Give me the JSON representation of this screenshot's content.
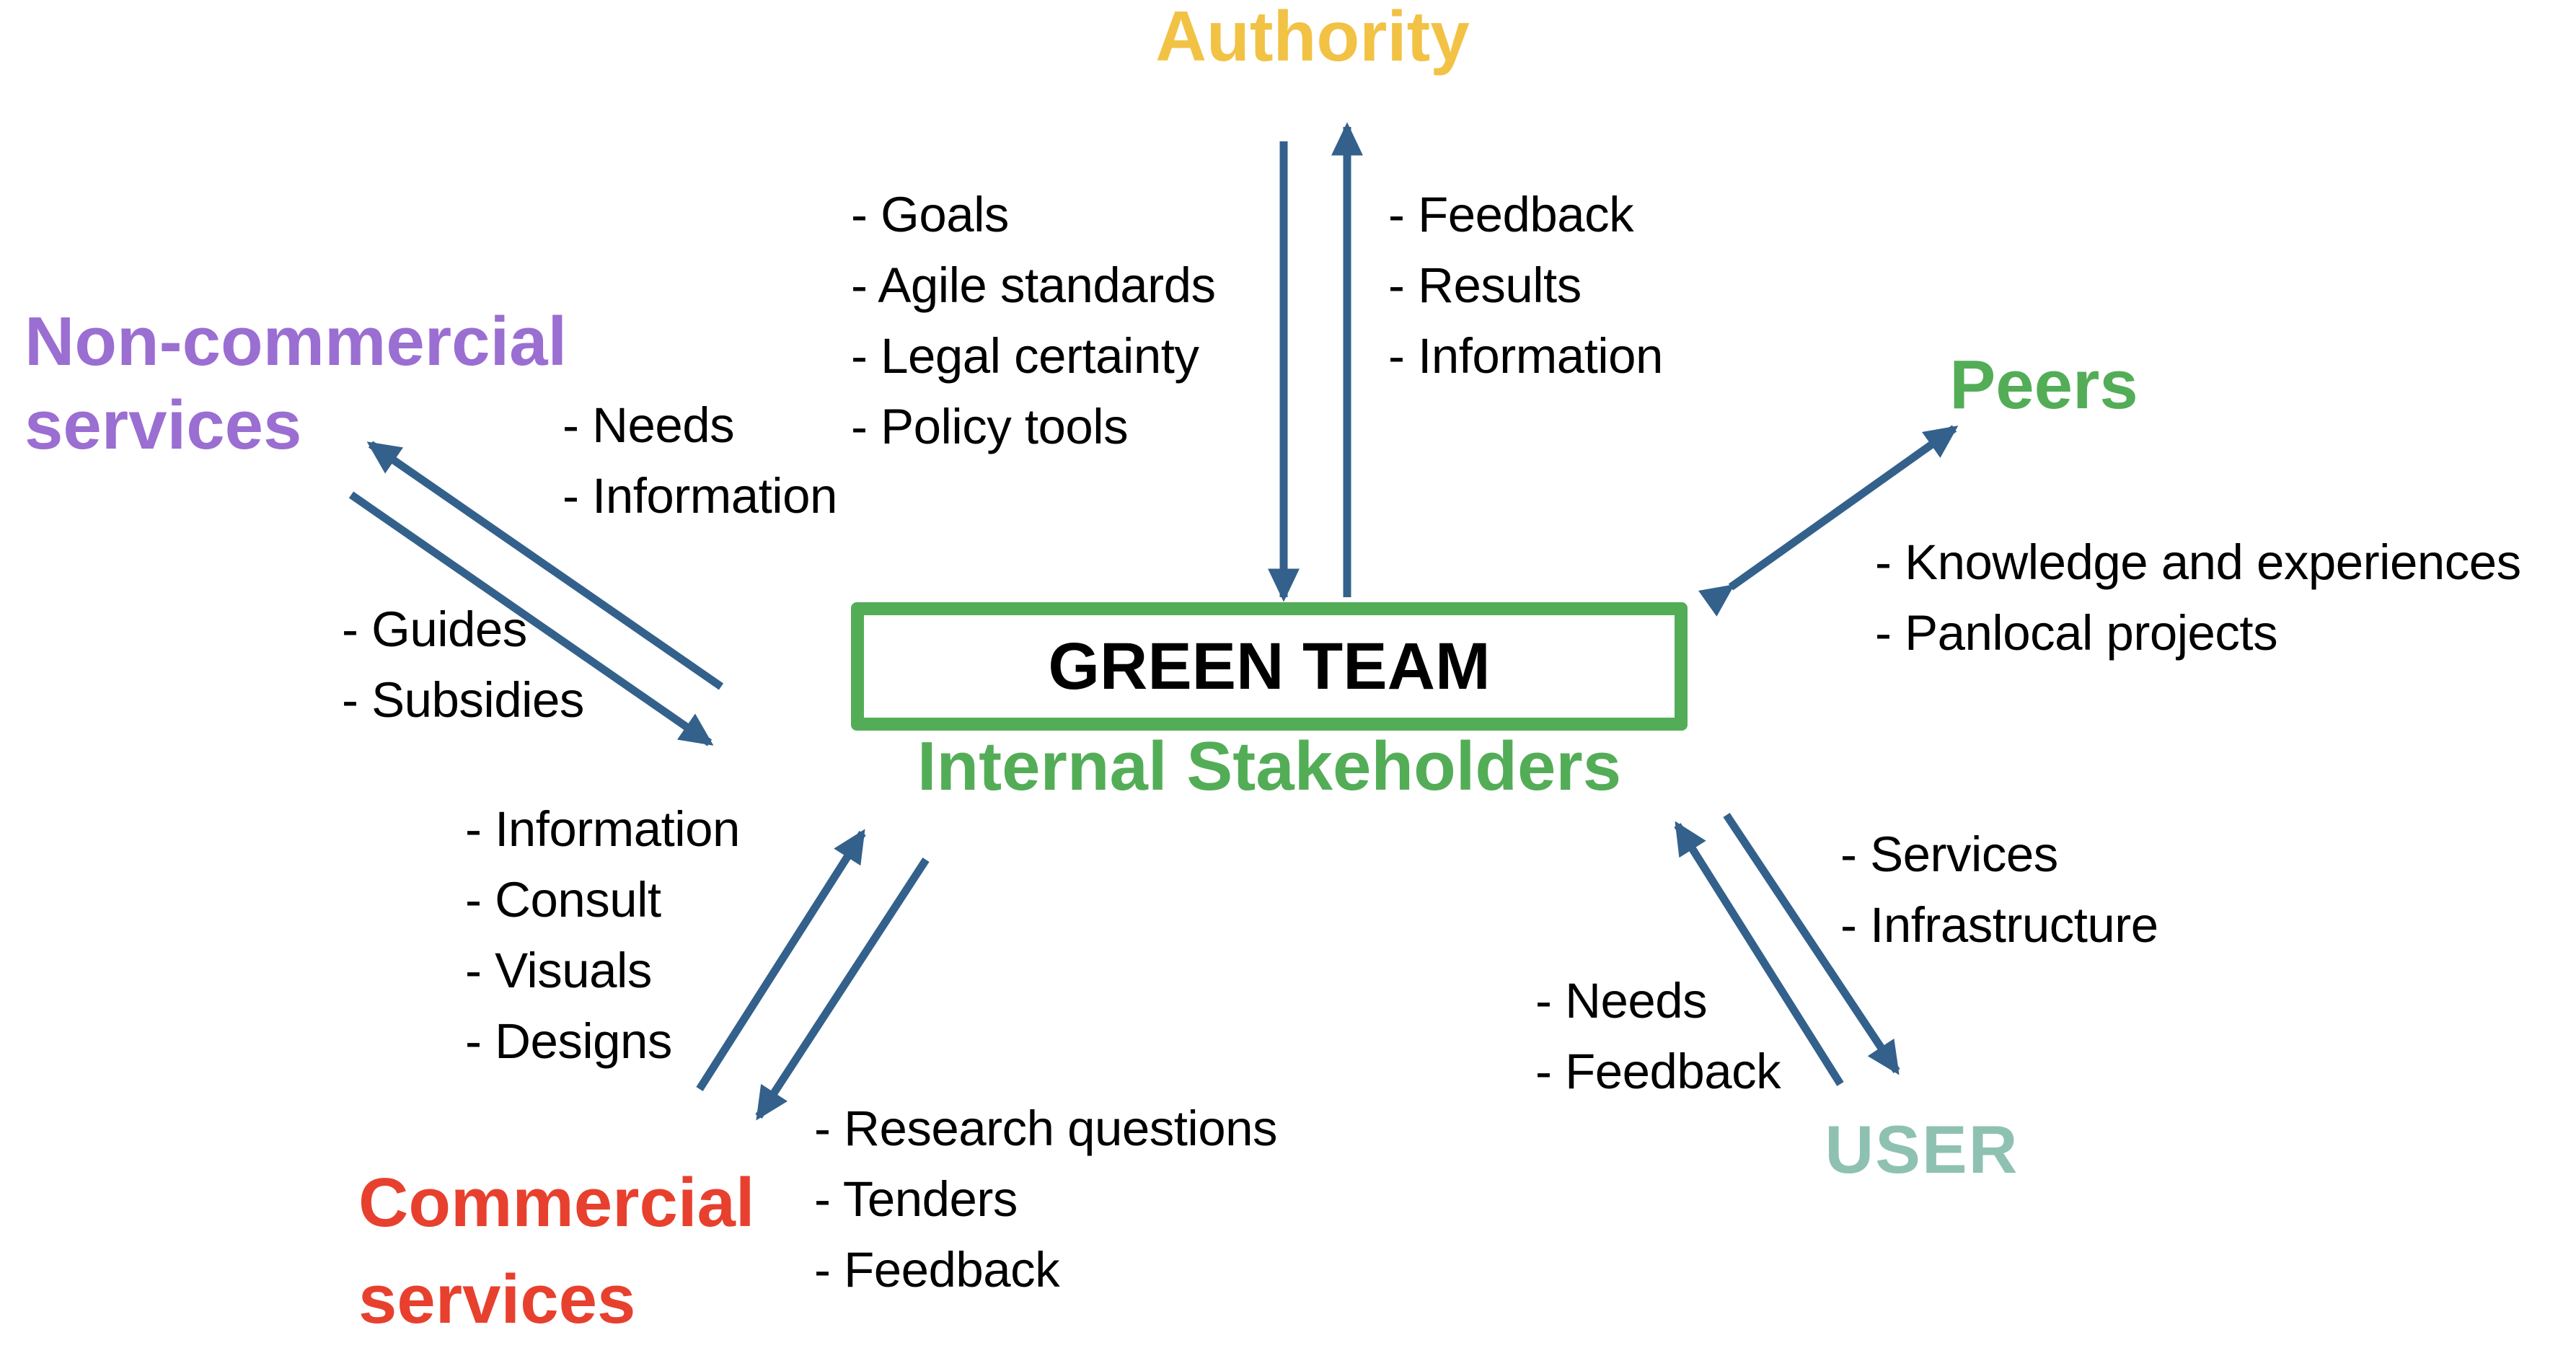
{
  "diagram_title": "Green Team internal stakeholders diagram",
  "colors": {
    "authority": "#F2C245",
    "non_commercial": "#9B6ED2",
    "green": "#53AD57",
    "user": "#8EC1B1",
    "commercial": "#E8402E",
    "arrow": "#33618C",
    "text": "#000000"
  },
  "center": {
    "box_label": "GREEN TEAM",
    "subtitle": "Internal Stakeholders"
  },
  "stakeholders": {
    "authority": {
      "label": "Authority"
    },
    "non_commercial": {
      "label": "Non-commercial\nservices"
    },
    "peers": {
      "label": "Peers"
    },
    "user": {
      "label": "USER"
    },
    "commercial": {
      "label": "Commercial\nservices"
    }
  },
  "lists": {
    "from_authority": [
      "- Goals",
      "- Agile standards",
      "- Legal certainty",
      "- Policy tools"
    ],
    "to_authority": [
      "- Feedback",
      "- Results",
      "- Information"
    ],
    "to_non_commercial": [
      "- Needs",
      "- Information"
    ],
    "from_non_commercial": [
      "- Guides",
      "- Subsidies"
    ],
    "peers_exchange": [
      "- Knowledge and experiences",
      "- Panlocal projects"
    ],
    "to_user": [
      "- Services",
      "- Infrastructure"
    ],
    "from_user": [
      "- Needs",
      "- Feedback"
    ],
    "to_commercial": [
      "- Information",
      "- Consult",
      "- Visuals",
      "- Designs"
    ],
    "from_commercial": [
      "- Research questions",
      "- Tenders",
      "- Feedback"
    ]
  }
}
